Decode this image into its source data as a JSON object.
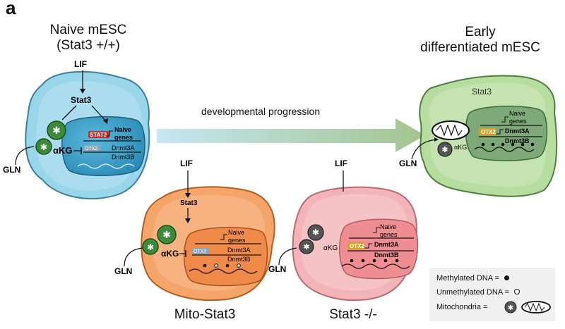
{
  "panel_label": "a",
  "titles": {
    "naive_line1": "Naive mESC",
    "naive_line2": "(Stat3 +/+)",
    "early_line1": "Early",
    "early_line2": "differentiated mESC"
  },
  "arrow_label": "developmental progression",
  "captions": {
    "mito": "Mito-Stat3",
    "ko": "Stat3 -/-"
  },
  "labels": {
    "lif": "LIF",
    "stat3": "Stat3",
    "gln": "GLN",
    "akg": "αKG",
    "stat3_box": "STAT3",
    "otx2": "OTX2",
    "naive": "Naive",
    "genes": "genes",
    "naive_genes": "genes",
    "dnmt3a": "Dnmt3A",
    "dnmt3b": "Dnmt3B"
  },
  "legend": {
    "methylated": "Methylated DNA =",
    "unmethylated": "Unmethylated DNA =",
    "mitochondria": "Mitochondria ="
  },
  "colors": {
    "naive_cell": "#8fd0e6",
    "early_cell": "#b6dca0",
    "mito_cell": "#f5a46a",
    "ko_cell": "#f2b4b8",
    "mito_green": "#3d8a3a",
    "stat3_red": "#c0302c",
    "otx2_gold": "#d9a020",
    "arrow_from": "#bfe3f0",
    "arrow_to": "#9cc08a"
  }
}
